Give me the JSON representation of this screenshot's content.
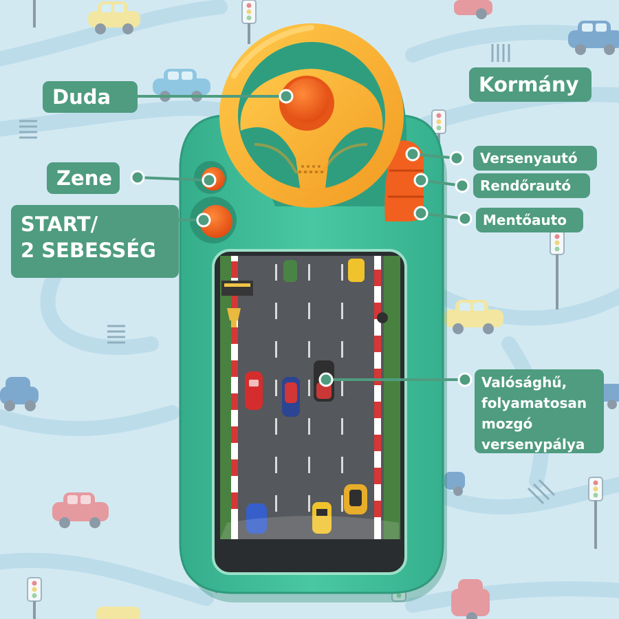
{
  "labels": {
    "duda": "Duda",
    "kormany": "Kormány",
    "zene": "Zene",
    "start_line1": "START/",
    "start_line2": "2 SEBESSÉG",
    "versenyauto": "Versenyautó",
    "rendorauto": "Rendőrautó",
    "mentoauto": "Mentőauto",
    "palya_line1": "Valósághű,",
    "palya_line2": "folyamatosan",
    "palya_line3": "mozgó",
    "palya_line4": "versenypálya"
  },
  "icons": [
    "steering-wheel-icon",
    "horn-button-icon",
    "music-button-icon",
    "start-button-icon",
    "car-sound-buttons-icon",
    "race-track-icon",
    "car-icon",
    "traffic-light-icon"
  ],
  "colors": {
    "background": "#d3e9f2",
    "label_background": "#4f9c80",
    "label_text": "#ffffff",
    "toy_body": "#3fbf9c",
    "steering_wheel": "#f9b53a",
    "buttons": "#f2601f",
    "track": "#4b4e52"
  }
}
